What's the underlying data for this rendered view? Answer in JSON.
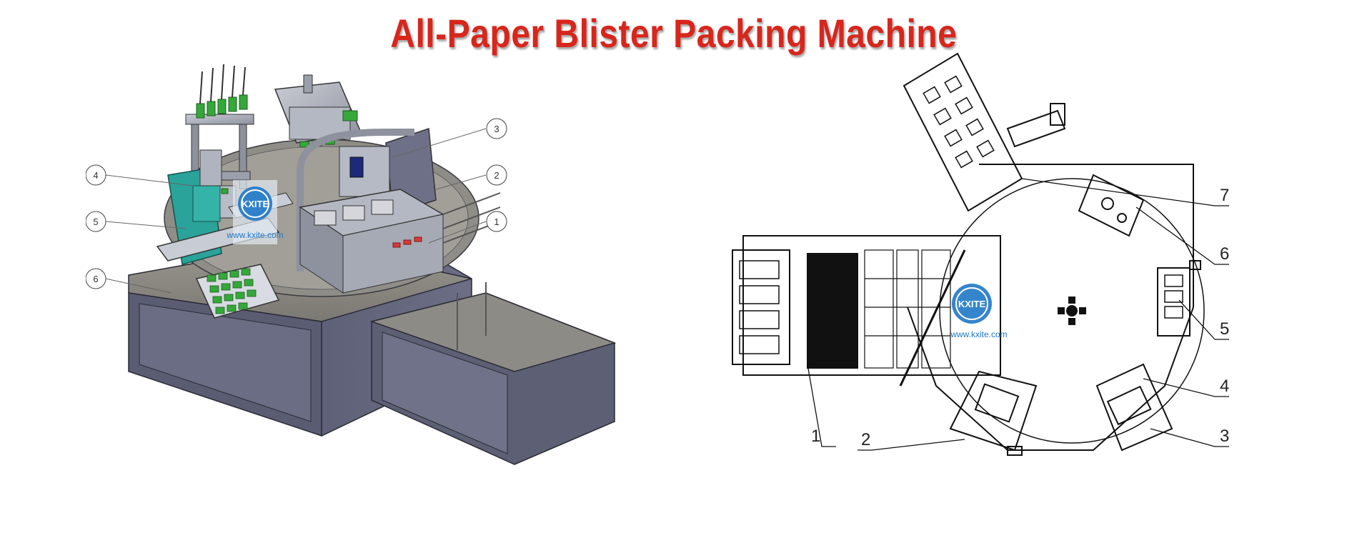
{
  "title": "All-Paper Blister Packing Machine",
  "watermark": {
    "logo": "KXITE",
    "url": "www.kxite.com"
  },
  "iso_view": {
    "callouts": [
      {
        "id": "1",
        "label": "1"
      },
      {
        "id": "2",
        "label": "2"
      },
      {
        "id": "3",
        "label": "3"
      },
      {
        "id": "4",
        "label": "4"
      },
      {
        "id": "5",
        "label": "5"
      },
      {
        "id": "6",
        "label": "6"
      }
    ]
  },
  "plan_view": {
    "labels": [
      {
        "id": "1",
        "label": "1"
      },
      {
        "id": "2",
        "label": "2"
      },
      {
        "id": "3",
        "label": "3"
      },
      {
        "id": "4",
        "label": "4"
      },
      {
        "id": "5",
        "label": "5"
      },
      {
        "id": "6",
        "label": "6"
      },
      {
        "id": "7",
        "label": "7"
      }
    ]
  },
  "colors": {
    "title": "#d8261c",
    "cabinet": "#5b5d73",
    "table_top": "#8a8882",
    "product_green": "#35a83a",
    "station_teal": "#2aa39a",
    "watermark_blue": "#1f78c8"
  }
}
